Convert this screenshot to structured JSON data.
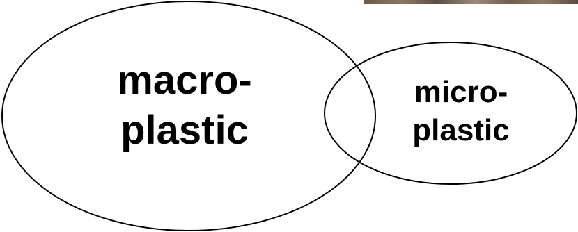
{
  "diagram": {
    "sets": [
      {
        "id": "macro",
        "label_lines": [
          "macro-",
          "plastic"
        ]
      },
      {
        "id": "micro",
        "label_lines": [
          "micro-",
          "plastic"
        ]
      }
    ],
    "stroke_color": "#000000",
    "fill_color": "#ffffff",
    "text_color": "#000000"
  }
}
